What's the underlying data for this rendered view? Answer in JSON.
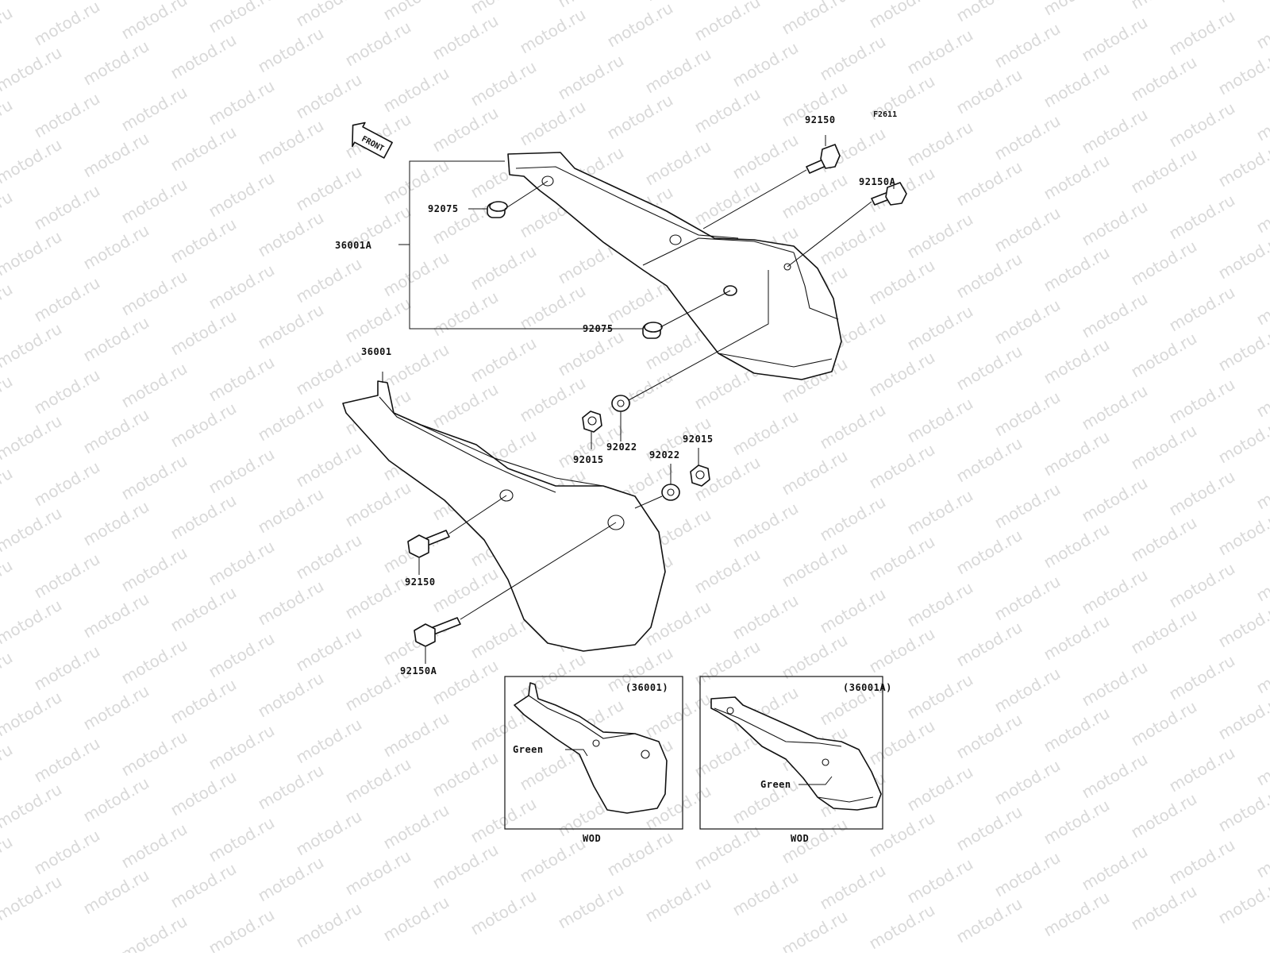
{
  "figure_code": "F2611",
  "front_label": "FRONT",
  "watermark": "motod.ru",
  "callouts": {
    "c36001A": "36001A",
    "c36001": "36001",
    "c92075_top": "92075",
    "c92075_bottom": "92075",
    "c92150_top": "92150",
    "c92150A_top": "92150A",
    "c92022_mid": "92022",
    "c92015_mid": "92015",
    "c92022_right": "92022",
    "c92015_right": "92015",
    "c92150_bottom": "92150",
    "c92150A_bottom": "92150A"
  },
  "inset_left": {
    "title": "(36001)",
    "color_label": "Green",
    "model_label": "WOD"
  },
  "inset_right": {
    "title": "(36001A)",
    "color_label": "Green",
    "model_label": "WOD"
  }
}
